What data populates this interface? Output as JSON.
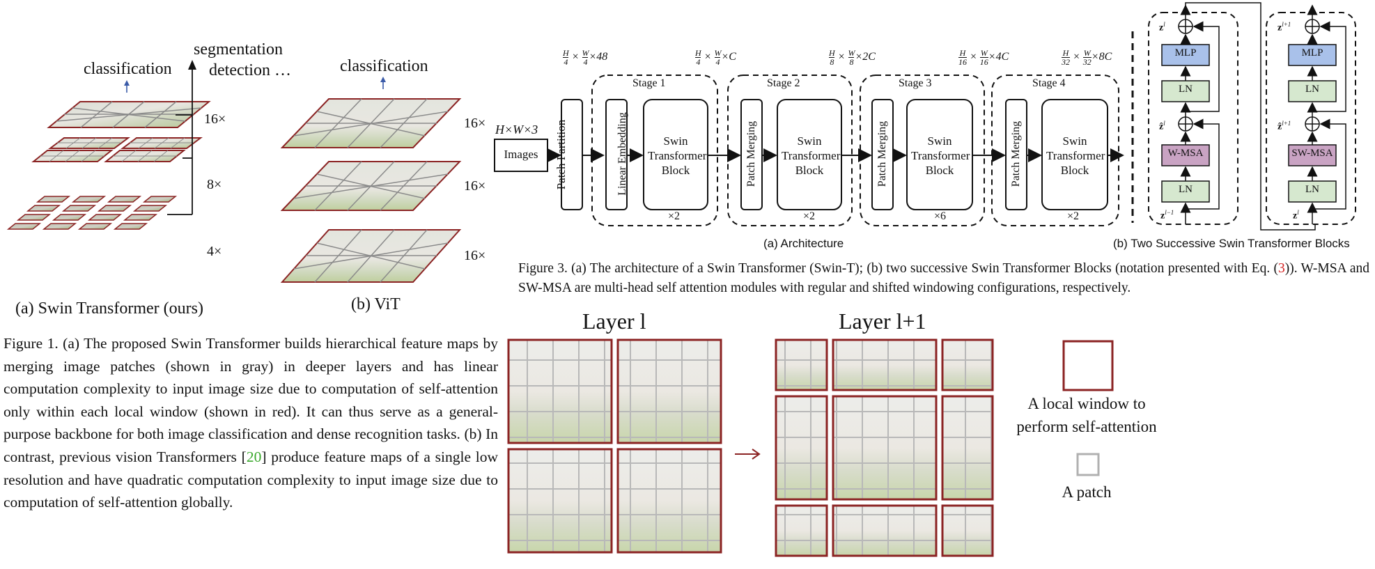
{
  "fig1": {
    "swin": {
      "top_label": "classification",
      "side_label_1": "segmentation",
      "side_label_2": "detection …",
      "scales": [
        "16×",
        "8×",
        "4×"
      ],
      "caption": "(a) Swin Transformer (ours)"
    },
    "vit": {
      "top_label": "classification",
      "scales": [
        "16×",
        "16×",
        "16×"
      ],
      "caption": "(b) ViT"
    },
    "caption_prefix": "Figure 1. (a) The proposed Swin Transformer builds hierarchical feature maps by merging image patches (shown in gray) in deeper layers and has linear computation complexity to input image size due to computation of self-attention only within each local window (shown in red). It can thus serve as a general-purpose backbone for both image classification and dense recognition tasks. (b) In contrast, previous vision Transformers [",
    "caption_ref": "20",
    "caption_suffix": "] produce feature maps of a single low resolution and have quadratic computation complexity to input image size due to computation of self-attention globally."
  },
  "fig3": {
    "input_dims": "H×W×3",
    "images_label": "Images",
    "patch_partition": "Patch Partition",
    "linear_embedding": "Linear Embedding",
    "patch_merging": "Patch Merging",
    "swin_block": "Swin Transformer Block",
    "dims": [
      {
        "num1": "H",
        "den1": "4",
        "num2": "W",
        "den2": "4",
        "tail": "×48"
      },
      {
        "num1": "H",
        "den1": "4",
        "num2": "W",
        "den2": "4",
        "tail": "×C"
      },
      {
        "num1": "H",
        "den1": "8",
        "num2": "W",
        "den2": "8",
        "tail": "×2C"
      },
      {
        "num1": "H",
        "den1": "16",
        "num2": "W",
        "den2": "16",
        "tail": "×4C"
      },
      {
        "num1": "H",
        "den1": "32",
        "num2": "W",
        "den2": "32",
        "tail": "×8C"
      }
    ],
    "stages": [
      {
        "name": "Stage 1",
        "repeat": "×2"
      },
      {
        "name": "Stage 2",
        "repeat": "×2"
      },
      {
        "name": "Stage 3",
        "repeat": "×6"
      },
      {
        "name": "Stage 4",
        "repeat": "×2"
      }
    ],
    "sub_a": "(a) Architecture",
    "sub_b": "(b) Two Successive Swin Transformer Blocks",
    "blocks": {
      "mlp": "MLP",
      "ln": "LN",
      "wmsa": "W-MSA",
      "swmsa": "SW-MSA",
      "z_l": "z",
      "sup_l": "l",
      "sup_l1": "l−1",
      "sup_lp1": "l+1"
    },
    "caption_prefix": "Figure 3. (a) The architecture of a Swin Transformer (Swin-T); (b) two successive Swin Transformer Blocks (notation presented with Eq. (",
    "caption_ref": "3",
    "caption_suffix": ")). W-MSA and SW-MSA are multi-head self attention modules with regular and shifted windowing configurations, respectively."
  },
  "fig2": {
    "layer_l": "Layer l",
    "layer_l1": "Layer l+1",
    "legend_window": "A local window to perform self-attention",
    "legend_patch": "A patch"
  },
  "colors": {
    "window_red": "#8b2323",
    "mlp_blue": "#a9c1ea",
    "ln_green": "#d6e8cf",
    "msa_purple": "#c9a3c3",
    "arrow_blue": "#3b5ba8"
  }
}
